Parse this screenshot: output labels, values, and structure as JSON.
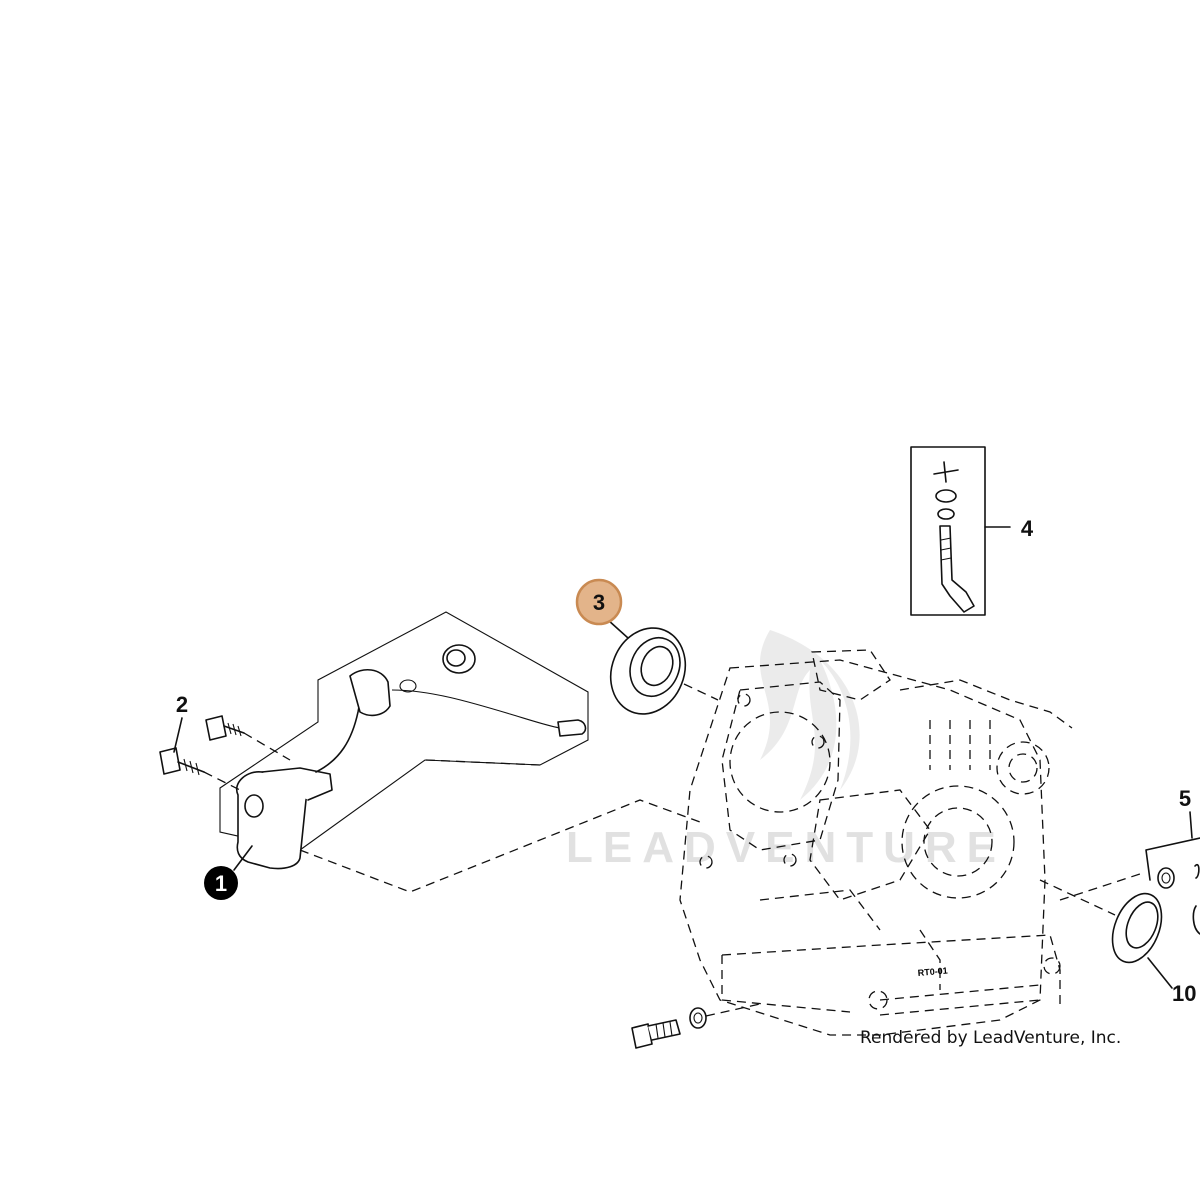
{
  "watermark": {
    "text": "LEADVENTURE",
    "icon": "flame-logo-icon"
  },
  "credit": "Rendered by LeadVenture, Inc.",
  "engine_stamp": "RT0-01",
  "callouts": [
    {
      "label": "1",
      "style": "filled-black"
    },
    {
      "label": "2",
      "style": "plain"
    },
    {
      "label": "3",
      "style": "highlighted",
      "color": "#e3b48a",
      "border": "#c98a52",
      "text_color": "#111111"
    },
    {
      "label": "4",
      "style": "plain"
    },
    {
      "label": "5",
      "style": "plain"
    },
    {
      "label": "10",
      "style": "plain"
    }
  ]
}
